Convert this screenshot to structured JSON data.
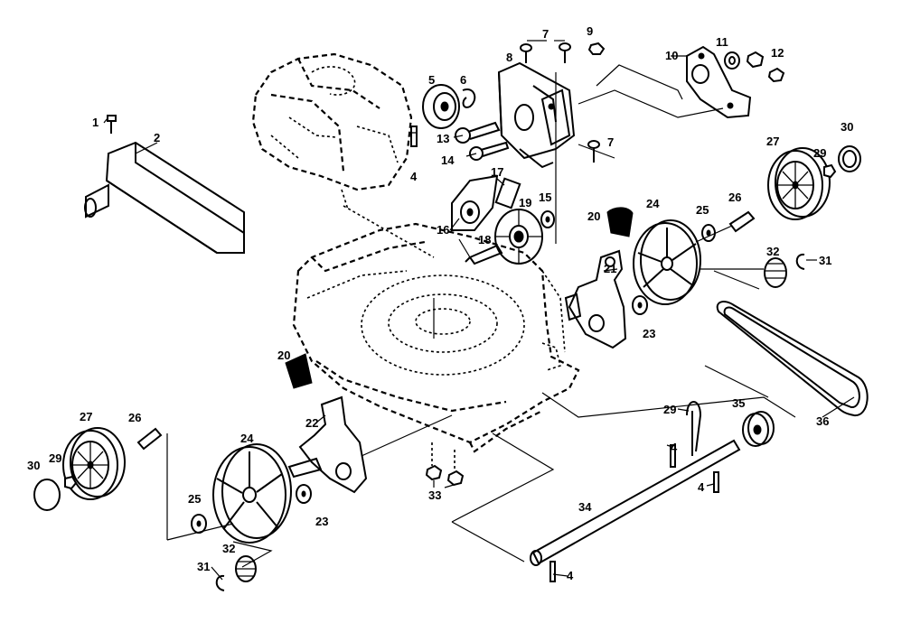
{
  "diagram": {
    "callouts": [
      "1",
      "2",
      "4",
      "5",
      "6",
      "7",
      "8",
      "9",
      "10",
      "11",
      "12",
      "13",
      "14",
      "15",
      "16",
      "17",
      "18",
      "19",
      "20",
      "21",
      "22",
      "23",
      "24",
      "25",
      "26",
      "27",
      "29",
      "30",
      "31",
      "32",
      "33",
      "34",
      "35",
      "36"
    ]
  }
}
